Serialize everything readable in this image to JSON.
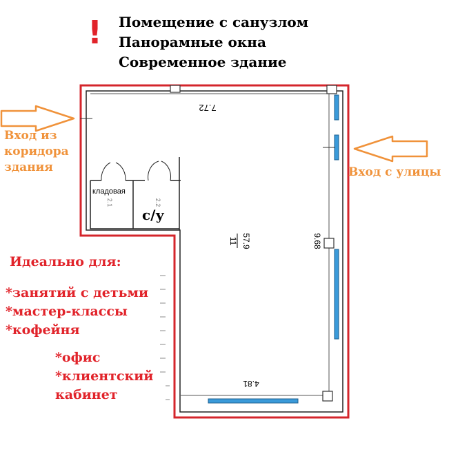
{
  "features": [
    "Помещение с санузлом",
    "Панорамные окна",
    "Современное здание"
  ],
  "exclaim": "!",
  "entrances": {
    "corridor": [
      "Вход из",
      "коридора",
      "здания"
    ],
    "street": "Вход с улицы"
  },
  "rooms": {
    "storage": "кладовая",
    "storage_num": "2.1",
    "wc": "с/у",
    "wc_num": "2.2",
    "main_num": "11",
    "main_area": "57.9"
  },
  "dimensions": {
    "top": "7.72",
    "right": "9.68",
    "bottom": "4.81"
  },
  "ideal": {
    "title": "Идеально для:",
    "items_a": [
      "*занятий с детьми",
      "*мастер-классы",
      "*кофейня"
    ],
    "items_b": [
      "*офис",
      "*клиентский",
      "кабинет"
    ]
  },
  "colors": {
    "outline": "#d4252b",
    "arrow": "#f0923a",
    "window": "#3a9ad9",
    "text_red": "#e1232a"
  }
}
